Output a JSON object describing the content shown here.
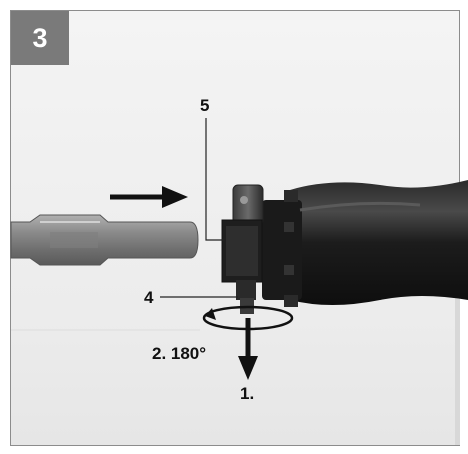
{
  "figure": {
    "step_number": "3"
  },
  "callouts": {
    "part_5": "5",
    "part_4": "4"
  },
  "instructions": {
    "step_1": "1.",
    "step_2": "2.  180°"
  }
}
